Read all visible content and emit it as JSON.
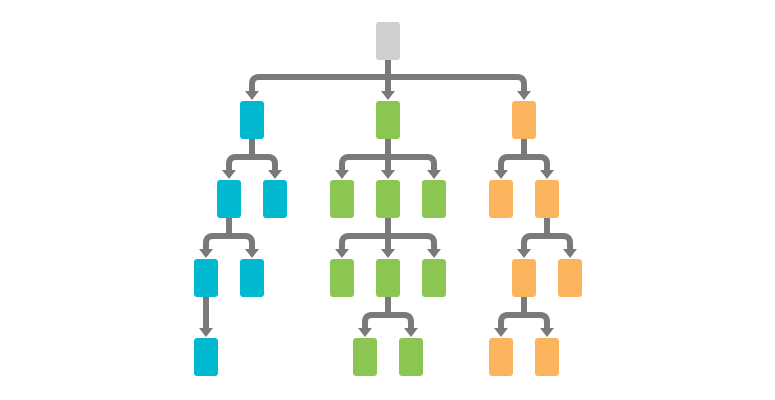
{
  "colors": {
    "background": "#ffffff",
    "connector": "#7a7a7a",
    "root": "#cfcfcf",
    "blue": "#00b8d0",
    "green": "#8cc652",
    "orange": "#fbb45c"
  },
  "tree": {
    "root": {
      "color": "gray",
      "children": [
        {
          "color": "blue",
          "children": [
            {
              "color": "blue",
              "children": [
                {
                  "color": "blue",
                  "children": [
                    {
                      "color": "blue",
                      "children": []
                    }
                  ]
                },
                {
                  "color": "blue",
                  "children": []
                }
              ]
            },
            {
              "color": "blue",
              "children": []
            }
          ]
        },
        {
          "color": "green",
          "children": [
            {
              "color": "green",
              "children": []
            },
            {
              "color": "green",
              "children": [
                {
                  "color": "green",
                  "children": []
                },
                {
                  "color": "green",
                  "children": [
                    {
                      "color": "green",
                      "children": []
                    },
                    {
                      "color": "green",
                      "children": []
                    }
                  ]
                },
                {
                  "color": "green",
                  "children": []
                }
              ]
            },
            {
              "color": "green",
              "children": []
            }
          ]
        },
        {
          "color": "orange",
          "children": [
            {
              "color": "orange",
              "children": []
            },
            {
              "color": "orange",
              "children": [
                {
                  "color": "orange",
                  "children": [
                    {
                      "color": "orange",
                      "children": []
                    },
                    {
                      "color": "orange",
                      "children": []
                    }
                  ]
                },
                {
                  "color": "orange",
                  "children": []
                }
              ]
            }
          ]
        }
      ]
    }
  }
}
